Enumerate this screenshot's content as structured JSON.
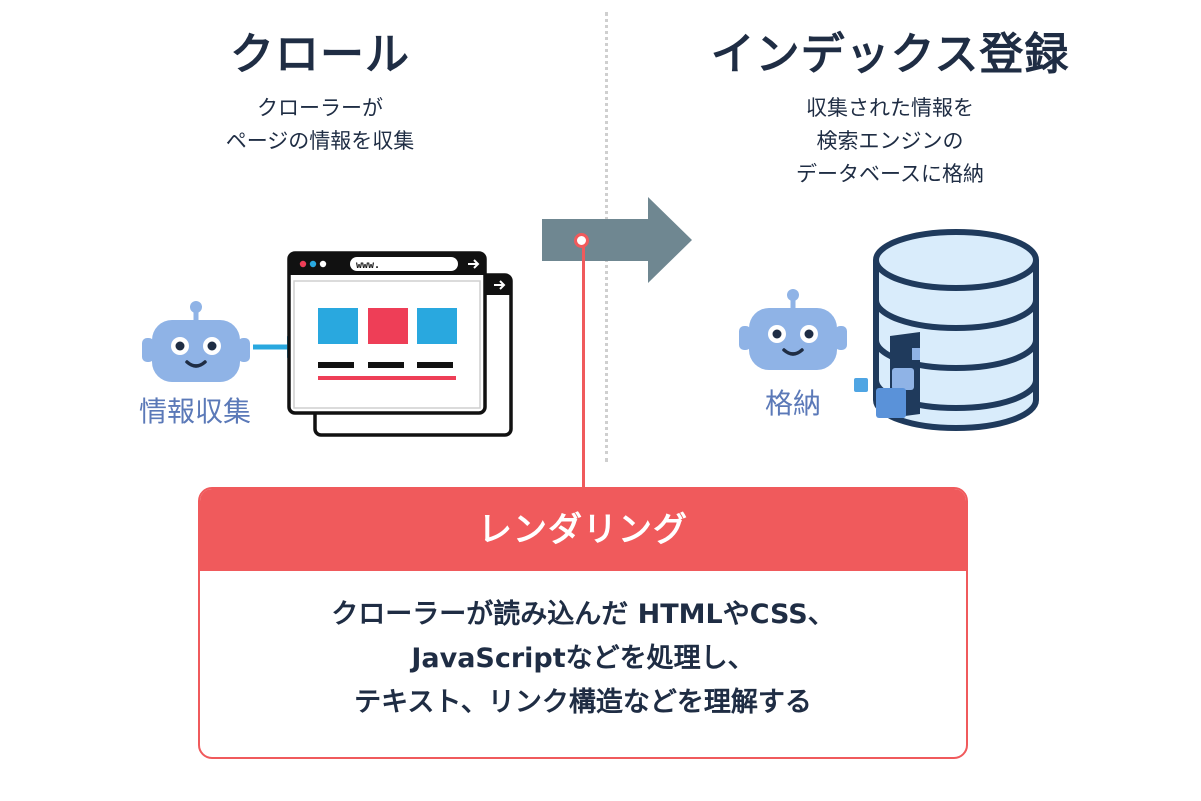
{
  "crawl": {
    "title": "クロール",
    "desc": [
      "クローラーが",
      "ページの情報を収集"
    ],
    "robot_label": "情報収集",
    "url_text": "www."
  },
  "index": {
    "title": "インデックス登録",
    "desc": [
      "収集された情報を",
      "検索エンジンの",
      "データベースに格納"
    ],
    "robot_label": "格納"
  },
  "rendering": {
    "title": "レンダリング",
    "desc": [
      "クローラーが読み込んだ HTMLやCSS、",
      "JavaScriptなどを処理し、",
      "テキスト、リンク構造などを理解する"
    ]
  },
  "colors": {
    "navy": "#1f2d44",
    "red": "#f05a5c",
    "robot_blue": "#8fb3e6",
    "label_blue": "#5b79b8",
    "arrow_gray": "#6f8791",
    "db_fill": "#d9ecfb",
    "block_blue": "#29a8df",
    "block_red": "#ee3e57"
  },
  "icons": [
    "robot-icon",
    "browser-window-icon",
    "database-icon",
    "arrow-right-icon"
  ]
}
